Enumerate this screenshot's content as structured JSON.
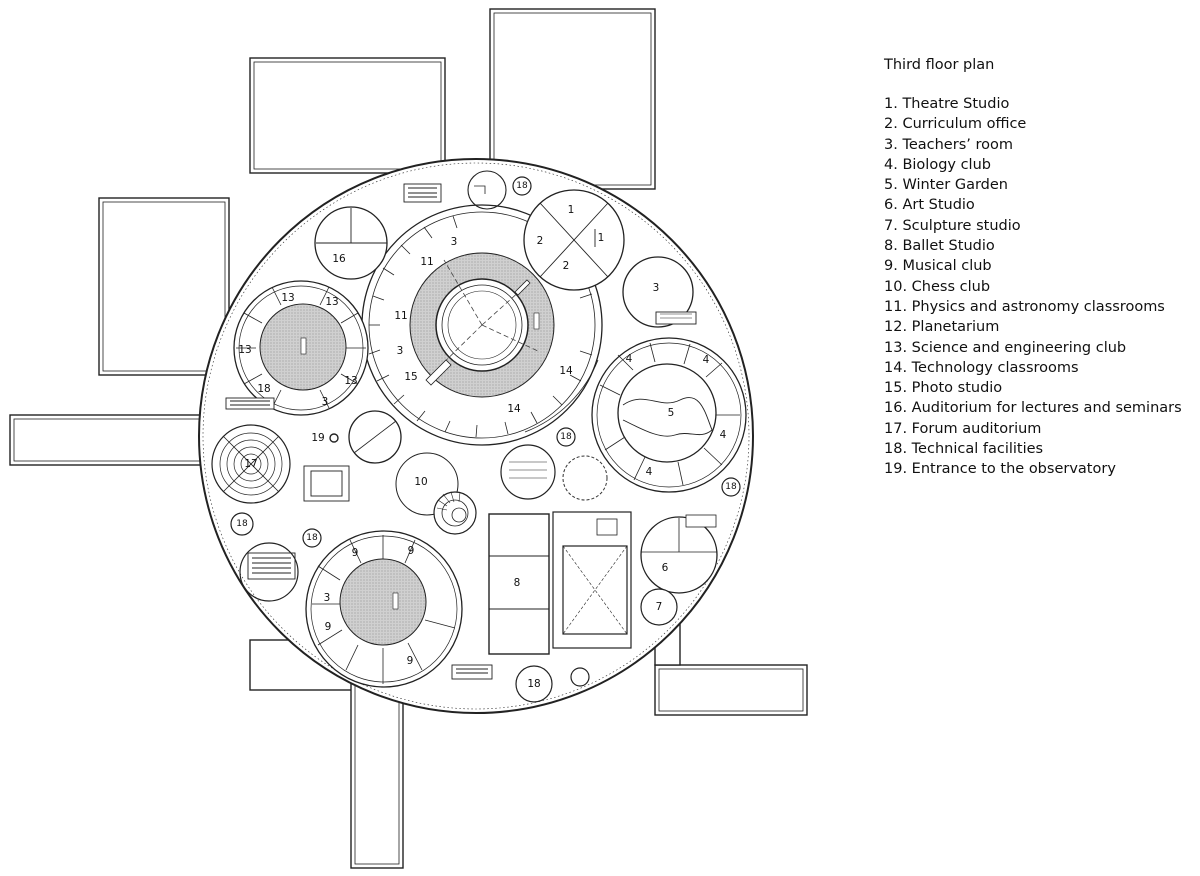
{
  "legend": {
    "title": "Third floor plan",
    "items": [
      "1. Theatre Studio",
      "2. Curriculum office",
      "3. Teachers’ room",
      "4. Biology club",
      "5. Winter Garden",
      "6. Art Studio",
      "7. Sculpture studio",
      "8. Ballet Studio",
      "9. Musical club",
      "10. Chess club",
      "11. Physics and astronomy classrooms",
      "12. Planetarium",
      "13. Science and engineering club",
      "14. Technology classrooms",
      "15. Photo studio",
      "16. Auditorium for lectures and seminars",
      "17. Forum auditorium",
      "18. Technical facilities",
      "19. Entrance to the observatory"
    ]
  },
  "plan_labels": {
    "l1a": "1",
    "l1b": "1",
    "l2a": "2",
    "l2b": "2",
    "l3a": "3",
    "l3b": "3",
    "l3c": "3",
    "l3d": "3",
    "l3e": "3",
    "l4a": "4",
    "l4b": "4",
    "l4c": "4",
    "l4d": "4",
    "l5": "5",
    "l6": "6",
    "l7": "7",
    "l8": "8",
    "l9a": "9",
    "l9b": "9",
    "l9c": "9",
    "l9d": "9",
    "l10": "10",
    "l11a": "11",
    "l11b": "11",
    "l13a": "13",
    "l13b": "13",
    "l13c": "13",
    "l13d": "13",
    "l14a": "14",
    "l14b": "14",
    "l15": "15",
    "l16": "16",
    "l17": "17",
    "l18a": "18",
    "l18b": "18",
    "l18c": "18",
    "l18d": "18",
    "l18e": "18",
    "l18f": "18",
    "l18g": "18",
    "l19": "19"
  }
}
